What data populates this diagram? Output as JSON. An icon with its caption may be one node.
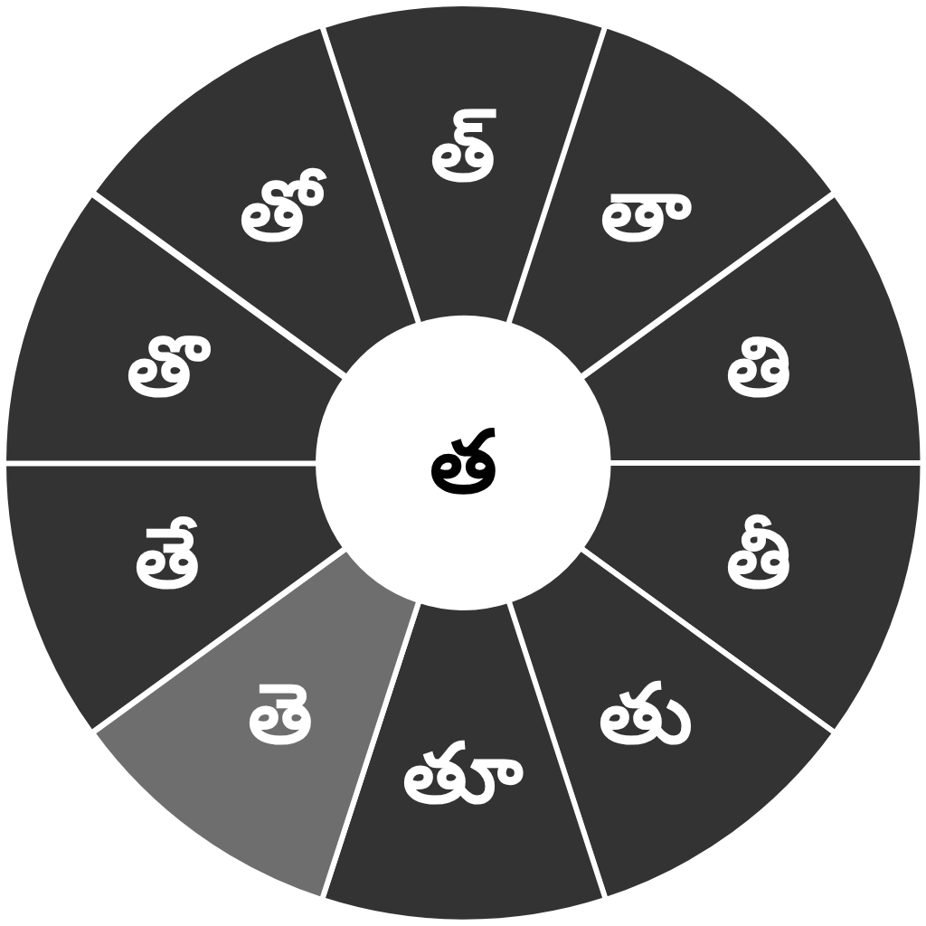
{
  "diagram": {
    "nodes": [
      {
        "text": [
          "త్"
        ]
      },
      {
        "text": [
          "తా"
        ]
      },
      {
        "text": [
          "తి"
        ]
      },
      {
        "text": [
          "తీ"
        ]
      },
      {
        "text": [
          "తు"
        ]
      },
      {
        "text": [
          "తూ"
        ]
      },
      {
        "text": [
          "తె"
        ]
      },
      {
        "text": [
          "తే"
        ]
      },
      {
        "text": [
          "తొ"
        ]
      },
      {
        "text": [
          "తో"
        ]
      },
      {
        "text": [
          "త"
        ]
      }
    ]
  }
}
